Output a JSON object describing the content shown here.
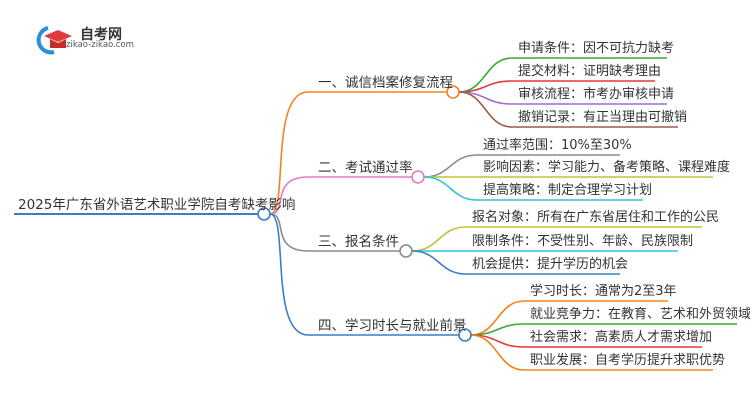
{
  "logo": {
    "title": "自考网",
    "url": "zikao-zikao.com"
  },
  "root": {
    "label": "2025年广东省外语艺术职业学院自考缺考影响"
  },
  "branches": [
    {
      "label": "一、诚信档案修复流程",
      "color": "#f58220",
      "leaves": [
        {
          "label": "申请条件：因不可抗力缺考",
          "color": "#3aaa35"
        },
        {
          "label": "提交材料：证明缺考理由",
          "color": "#e03a3a"
        },
        {
          "label": "审核流程：市考办审核申请",
          "color": "#9b6fcf"
        },
        {
          "label": "撤销记录：有正当理由可撤销",
          "color": "#9a5c4a"
        }
      ]
    },
    {
      "label": "二、考试通过率",
      "color": "#e57ac8",
      "leaves": [
        {
          "label": "通过率范围：10%至30%",
          "color": "#8a8a8a"
        },
        {
          "label": "影响因素：学习能力、备考策略、课程难度",
          "color": "#c2c23a"
        },
        {
          "label": "提高策略：制定合理学习计划",
          "color": "#2fc4d8"
        }
      ]
    },
    {
      "label": "三、报名条件",
      "color": "#8a8a8a",
      "leaves": [
        {
          "label": "报名对象：所有在广东省居住和工作的公民",
          "color": "#c2c23a"
        },
        {
          "label": "限制条件：不受性别、年龄、民族限制",
          "color": "#2fc4d8"
        },
        {
          "label": "机会提供：提升学历的机会",
          "color": "#3a7fc4"
        }
      ]
    },
    {
      "label": "四、学习时长与就业前景",
      "color": "#3a7fc4",
      "leaves": [
        {
          "label": "学习时长：通常为2至3年",
          "color": "#f58220"
        },
        {
          "label": "就业竞争力：在教育、艺术和外贸领域",
          "color": "#3aaa35"
        },
        {
          "label": "社会需求：高素质人才需求增加",
          "color": "#e03a3a"
        },
        {
          "label": "职业发展：自考学历提升求职优势",
          "color": "#f58220"
        }
      ]
    }
  ]
}
